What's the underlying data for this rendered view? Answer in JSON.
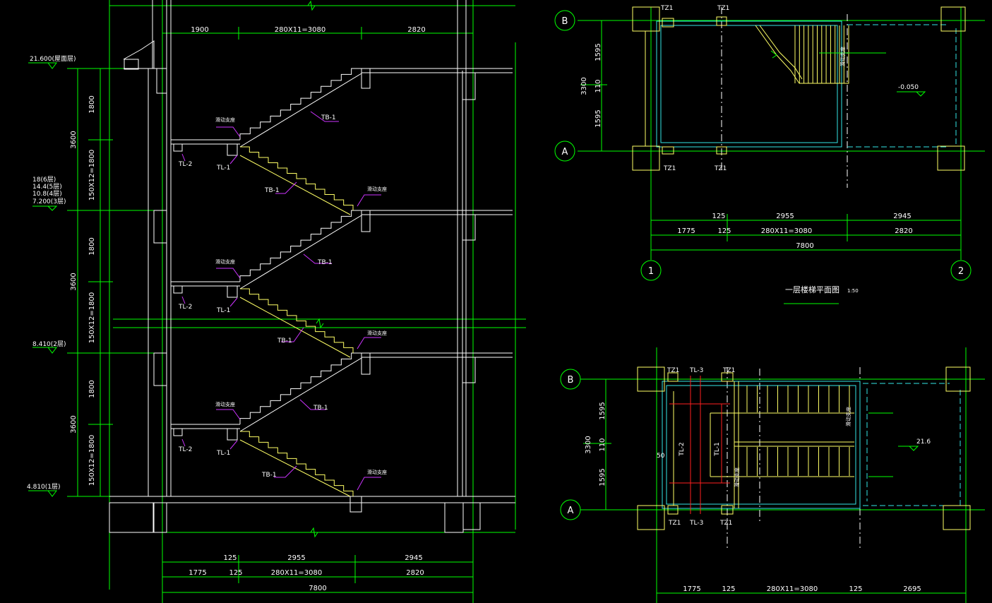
{
  "colors": {
    "background": "#000000",
    "wall": "#ffffff",
    "dimension": "#00ff00",
    "stair_down": "#ffff66",
    "leader": "#cc33ff",
    "wall_cyan": "#33e6e6",
    "rebar_red": "#ff2020"
  },
  "section": {
    "top_dims": [
      "1900",
      "280X11=3080",
      "2820"
    ],
    "levels": [
      "21.600(屋面层)",
      "18(6层)",
      "14.4(5层)",
      "10.8(4层)",
      "7.200(3层)",
      "8.410(2层)",
      "4.810(1层)"
    ],
    "outer_heights": [
      "3600",
      "3600",
      "3600"
    ],
    "inner_heights": [
      "1800",
      "150X12=1800",
      "1800",
      "150X12=1800",
      "1800",
      "150X12=1800"
    ],
    "flight_labels": [
      "TB-1",
      "TB-1",
      "TB-1",
      "TB-1",
      "TB-1",
      "TB-1"
    ],
    "beam_labels": [
      "TL-2",
      "TL-1",
      "TL-2",
      "TL-1",
      "TL-2",
      "TL-1"
    ],
    "notes": [
      "滑动支座",
      "滑动支座",
      "滑动支座",
      "滑动支座",
      "滑动支座",
      "滑动支座"
    ],
    "bottom_dims_row1": [
      "125",
      "2955",
      "2945"
    ],
    "bottom_dims_row2": [
      "1775",
      "125",
      "280X11=3080",
      "2820"
    ],
    "bottom_total": "7800"
  },
  "plan1": {
    "axes": [
      "B",
      "A",
      "1",
      "2"
    ],
    "column_tags": [
      "TZ1",
      "TZ1",
      "TZ1",
      "TZ1"
    ],
    "left_dims": [
      "3300",
      "1595",
      "110",
      "1595"
    ],
    "elevation": "-0.050",
    "note": "滑动支座",
    "dims_row1": [
      "125",
      "2955",
      "2945"
    ],
    "dims_row2": [
      "1775",
      "125",
      "280X11=3080",
      "2820"
    ],
    "total": "7800",
    "title": "一层楼梯平面图",
    "scale": "1:50"
  },
  "plan2": {
    "axes": [
      "B",
      "A"
    ],
    "column_tags_top": [
      "TZ1",
      "TL-3",
      "TZ1"
    ],
    "column_tags_bottom": [
      "TZ1",
      "TL-3",
      "TZ1"
    ],
    "beam_tags": [
      "TL-2",
      "TL-1"
    ],
    "left_dims": [
      "3300",
      "1595",
      "110",
      "1595"
    ],
    "side_dim": "50",
    "elevation": "21.6",
    "notes": [
      "滑动支座",
      "滑动支座"
    ],
    "dims_row": [
      "1775",
      "125",
      "280X11=3080",
      "125",
      "2695"
    ]
  }
}
